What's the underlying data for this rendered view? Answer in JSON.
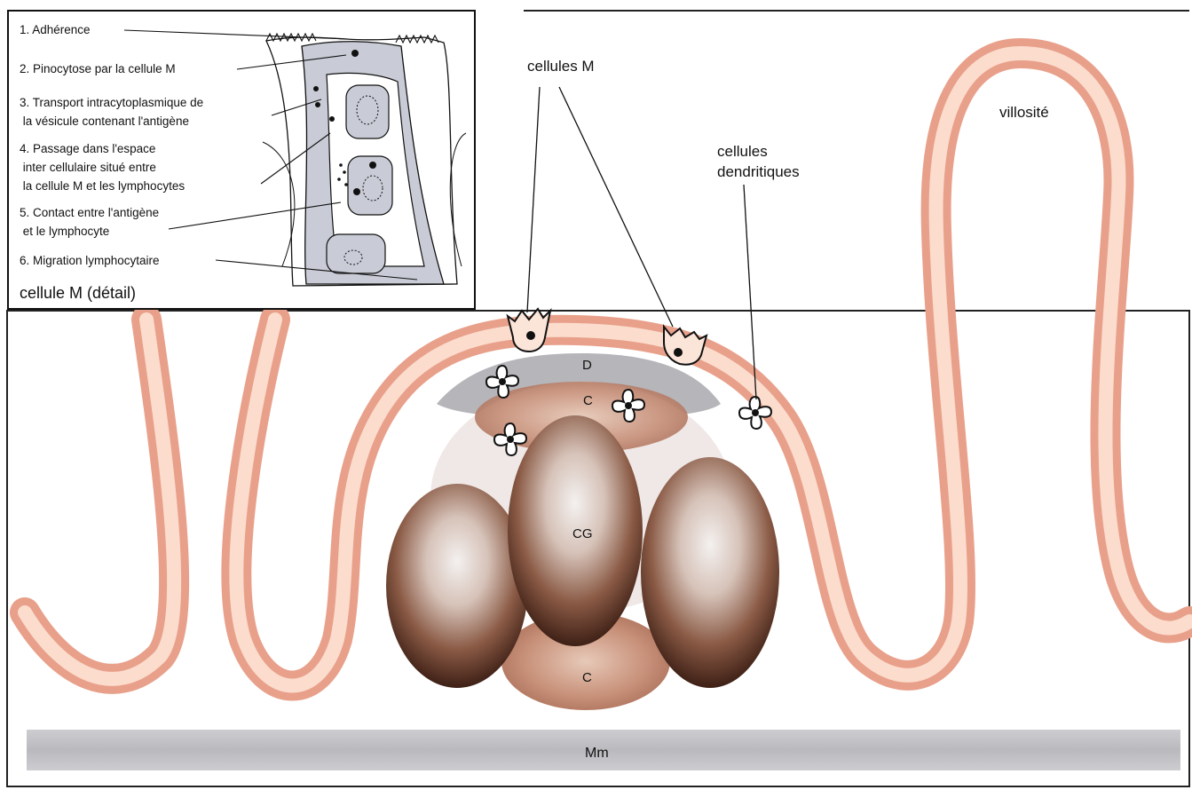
{
  "inset": {
    "items": [
      {
        "label": "1.  Adhérence",
        "lines": [
          "1.  Adhérence"
        ]
      },
      {
        "label": "2.  Pinocytose par la cellule M",
        "lines": [
          "2.  Pinocytose par la cellule M"
        ]
      },
      {
        "label": "3.  Transport intracytoplasmique de la vésicule contenant l'antigène",
        "lines": [
          "3.  Transport intracytoplasmique de",
          "     la vésicule contenant l'antigène"
        ]
      },
      {
        "label": "4.  Passage dans l'espace inter cellulaire situé entre la cellule M et les lymphocytes",
        "lines": [
          "4.  Passage dans l'espace",
          "     inter cellulaire situé entre",
          "     la cellule M et les lymphocytes"
        ]
      },
      {
        "label": "5.  Contact entre l'antigène et le lymphocyte",
        "lines": [
          "5.  Contact entre l'antigène",
          "     et le lymphocyte"
        ]
      },
      {
        "label": "6.  Migration lymphocytaire",
        "lines": [
          "6.  Migration lymphocytaire"
        ]
      }
    ],
    "caption": "cellule M (détail)"
  },
  "labels": {
    "cellules_m": "cellules M",
    "villosite": "villosité",
    "dendritic_line1": "cellules",
    "dendritic_line2": "dendritiques",
    "zone_d": "D",
    "zone_c_top": "C",
    "zone_cg": "CG",
    "zone_c_bottom": "C",
    "muscularis": "Mm"
  },
  "colors": {
    "epithelium": "#f2b9a0",
    "epithelium_light": "#fbe2d6",
    "dome_zone": "#b8b8bc",
    "follicle_dark": "#5a3324",
    "follicle_light": "#f3eeec",
    "muscularis": "#c4c4c8",
    "inset_cell": "#c9ccd6"
  }
}
